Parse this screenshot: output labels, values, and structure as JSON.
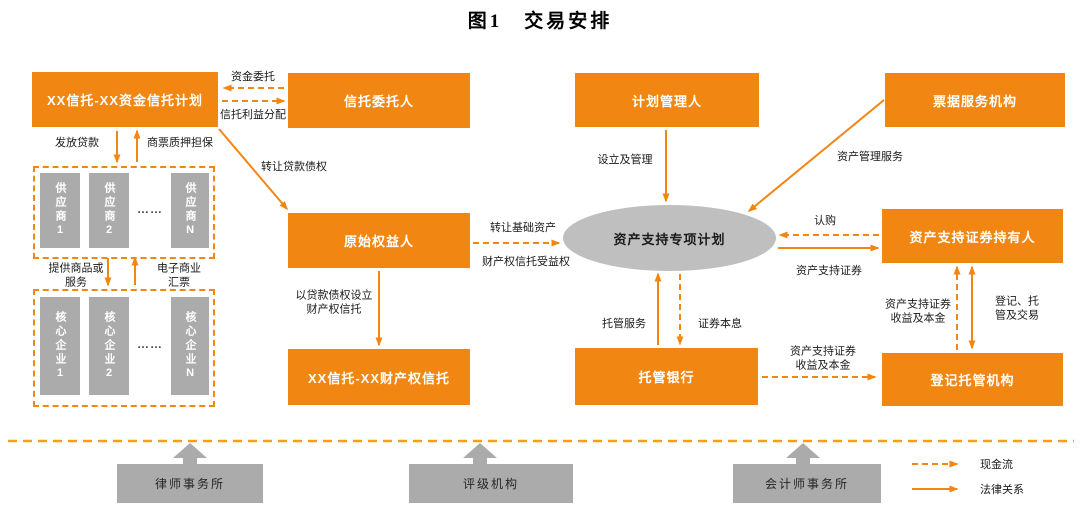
{
  "title": "图1　交易安排",
  "nodes": {
    "trust_plan": "XX信托-XX资金信托计划",
    "trustor": "信托委托人",
    "plan_manager": "计划管理人",
    "bill_service": "票据服务机构",
    "originator": "原始权益人",
    "spv": "资产支持专项计划",
    "abs_holders": "资产支持证券持有人",
    "property_trust": "XX信托-XX财产权信托",
    "custodian_bank": "托管银行",
    "registrar": "登记托管机构",
    "law_firm": "律师事务所",
    "rating_agency": "评级机构",
    "accounting_firm": "会计师事务所"
  },
  "groups": {
    "suppliers": {
      "items": [
        "供应商1",
        "供应商2",
        "供应商N"
      ],
      "dots": "……"
    },
    "core_enterprises": {
      "items": [
        "核心企业1",
        "核心企业2",
        "核心企业N"
      ],
      "dots": "……"
    }
  },
  "edge_labels": {
    "fund_entrust": "资金委托",
    "trust_benefit_distribution": "信托利益分配",
    "issue_loans": "发放贷款",
    "bill_pledge_guarantee": "商票质押担保",
    "transfer_loan_claims": "转让贷款债权",
    "provide_goods_services": "提供商品或\n服务",
    "e_commercial_bill": "电子商业\n汇票",
    "setup_property_trust": "以贷款债权设立\n财产权信托",
    "transfer_underlying_assets": "转让基础资产",
    "property_trust_benefit_right": "财产权信托受益权",
    "setup_and_manage": "设立及管理",
    "asset_management_service": "资产管理服务",
    "subscription": "认购",
    "abs_securities": "资产支持证券",
    "custody_service": "托管服务",
    "securities_principal_interest": "证券本息",
    "abs_pi_horizontal": "资产支持证券\n收益及本金",
    "abs_pi_vertical": "资产支持证券\n收益及本金",
    "registration_custody_trading": "登记、托\n管及交易"
  },
  "legend": {
    "cash_flow": "现金流",
    "legal_relationship": "法律关系"
  },
  "colors": {
    "orange": "#F28613",
    "node_gray": "#ABABAB",
    "ellipse_gray": "#BFBFBF"
  }
}
